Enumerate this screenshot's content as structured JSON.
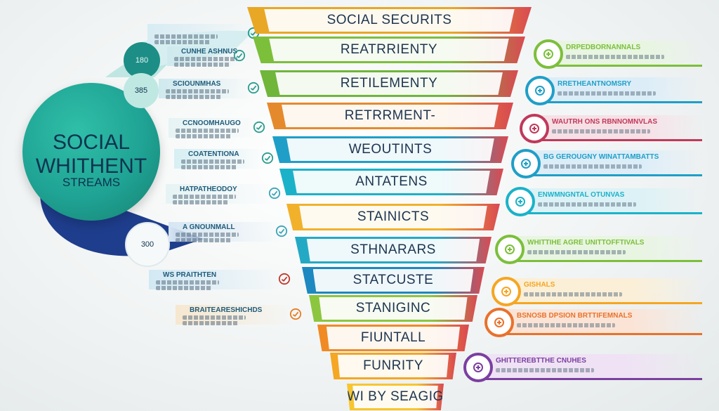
{
  "hub": {
    "line1": "SOCIAL",
    "line2": "WHITHENT",
    "line3": "STREAMS"
  },
  "bubbles": [
    "180",
    "385",
    "300"
  ],
  "funnel": [
    {
      "label": "SOCIAL SECURITS",
      "color": "#e8a825"
    },
    {
      "label": "REATRRIENTY",
      "color": "#7cbf3b"
    },
    {
      "label": "RETILEMENTY",
      "color": "#6fb63a"
    },
    {
      "label": "RETRRMENT-",
      "color": "#e58a2c"
    },
    {
      "label": "WEOUTINTS",
      "color": "#1f9fc7"
    },
    {
      "label": "ANTATENS",
      "color": "#1bb2c9"
    },
    {
      "label": "STAINICTS",
      "color": "#f2b12b"
    },
    {
      "label": "STHNARARS",
      "color": "#24a9c5"
    },
    {
      "label": "STATCUSTE",
      "color": "#1e88c0"
    },
    {
      "label": "STANIGINC",
      "color": "#8cc63f"
    },
    {
      "label": "FIUNTALL",
      "color": "#f08a24"
    },
    {
      "label": "FUNRITY",
      "color": "#f5a623"
    },
    {
      "label": "WI BY SEAGIG",
      "color": "#f7c531"
    }
  ],
  "left_labels": [
    {
      "title": "",
      "sub": ""
    },
    {
      "title": "CUNHE ASHNUS",
      "sub": ""
    },
    {
      "title": "SCIOUNMHAS",
      "sub": ""
    },
    {
      "title": "CCNOOMHAUGO",
      "sub": ""
    },
    {
      "title": "COATENTIONA",
      "sub": ""
    },
    {
      "title": "HATPATHEODOY",
      "sub": ""
    },
    {
      "title": "A GNOUNMALL",
      "sub": ""
    },
    {
      "title": "WS PRAITHTEN",
      "sub": ""
    },
    {
      "title": "BRAITEARESHICHDS",
      "sub": ""
    }
  ],
  "right_labels": [
    {
      "title": "DRPEDBORNANNALS"
    },
    {
      "title": "RRETHEANTNOMSRY"
    },
    {
      "title": "WAUTRH ONS RBNNOMNVLAS"
    },
    {
      "title": "BG GEROUGNY WINATTAMBATTS"
    },
    {
      "title": "ENWMNGNTAL OTUNVAS"
    },
    {
      "title": "WHITTIHE AGRE UNITTOFFTIVALS"
    },
    {
      "title": "GISHALS"
    },
    {
      "title": "BSNOSB DPSION BRTTIFEMNALS"
    },
    {
      "title": "GHITTEREBTTHE CNUHES"
    }
  ],
  "colors": {
    "hub": "#1fa394",
    "navy": "#1e3d8c",
    "ink": "#0e3350"
  }
}
